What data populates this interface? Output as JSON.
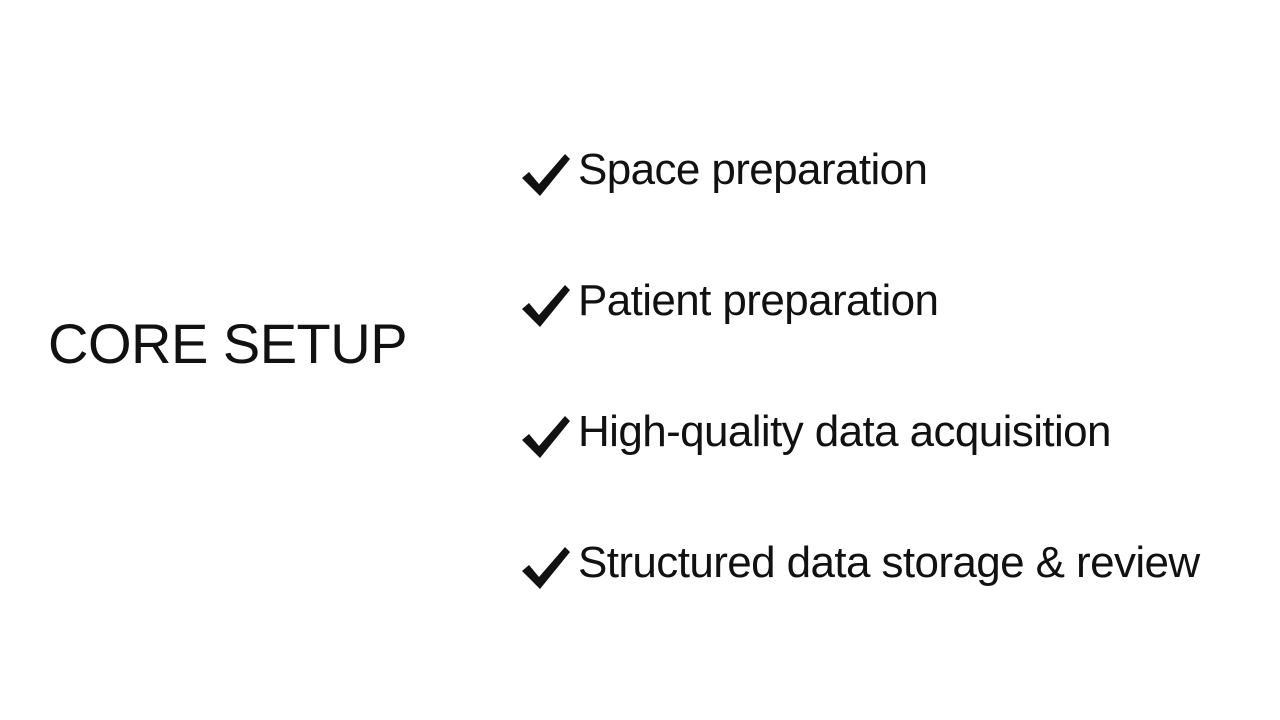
{
  "slide": {
    "title": "CORE SETUP",
    "checklist": [
      {
        "label": "Space preparation",
        "icon": "checkmark-icon"
      },
      {
        "label": "Patient preparation",
        "icon": "checkmark-icon"
      },
      {
        "label": "High-quality data acquisition",
        "icon": "checkmark-icon"
      },
      {
        "label": "Structured data storage & review",
        "icon": "checkmark-icon"
      }
    ]
  },
  "colors": {
    "background": "#ffffff",
    "text": "#111111"
  }
}
